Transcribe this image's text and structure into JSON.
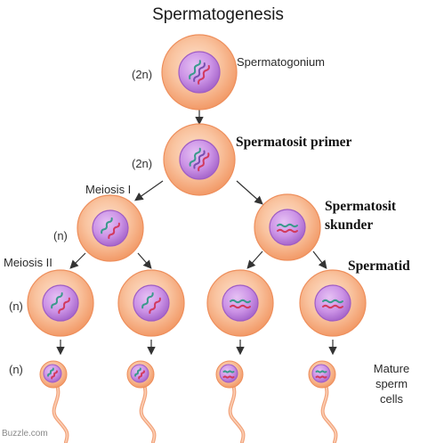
{
  "title": "Spermatogenesis",
  "labels": {
    "spermatogonium": "Spermatogonium",
    "spermatosit_primer": "Spermatosit primer",
    "spermatosit_skunder_1": "Spermatosit",
    "spermatosit_skunder_2": "skunder",
    "spermatid": "Spermatid",
    "meiosis_1": "Meiosis I",
    "meiosis_2": "Meiosis II",
    "mature_1": "Mature",
    "mature_2": "sperm",
    "mature_3": "cells"
  },
  "ploidy": {
    "diploid": "(2n)",
    "haploid": "(n)"
  },
  "watermark": "Buzzle.com",
  "colors": {
    "cell_outer": "#f7b98e",
    "cell_outer_edge": "#ee8f5c",
    "nucleus": "#c78be0",
    "nucleus_edge": "#9f5cc4",
    "chromosome_green": "#3a9a8c",
    "chromosome_red": "#d23a5e",
    "arrow": "#333333"
  }
}
